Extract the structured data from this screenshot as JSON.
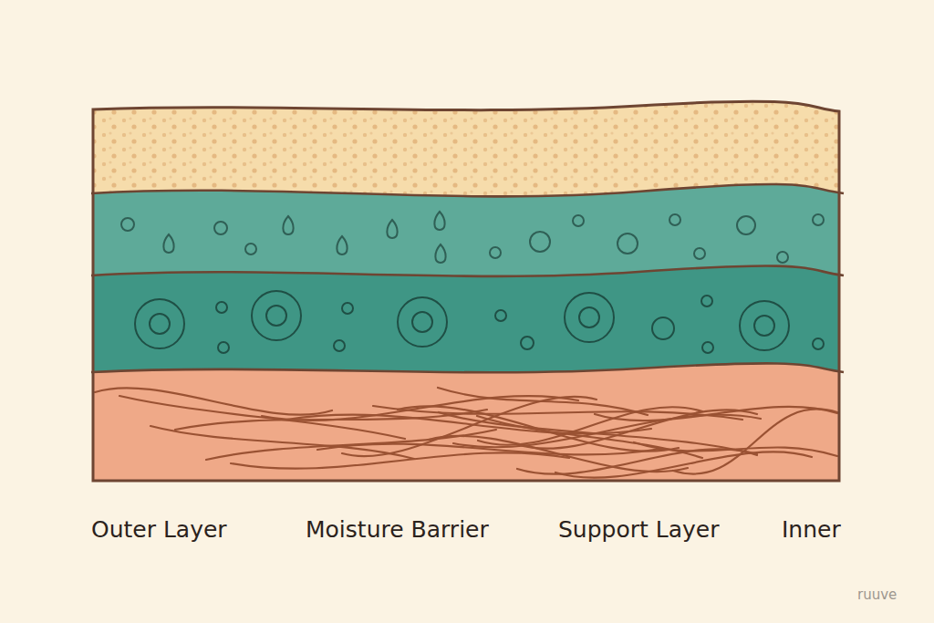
{
  "diagram": {
    "labels": [
      "Outer Layer",
      "Moisture Barrier",
      "Support Layer",
      "Inner",
      "ruuve"
    ]
  }
}
